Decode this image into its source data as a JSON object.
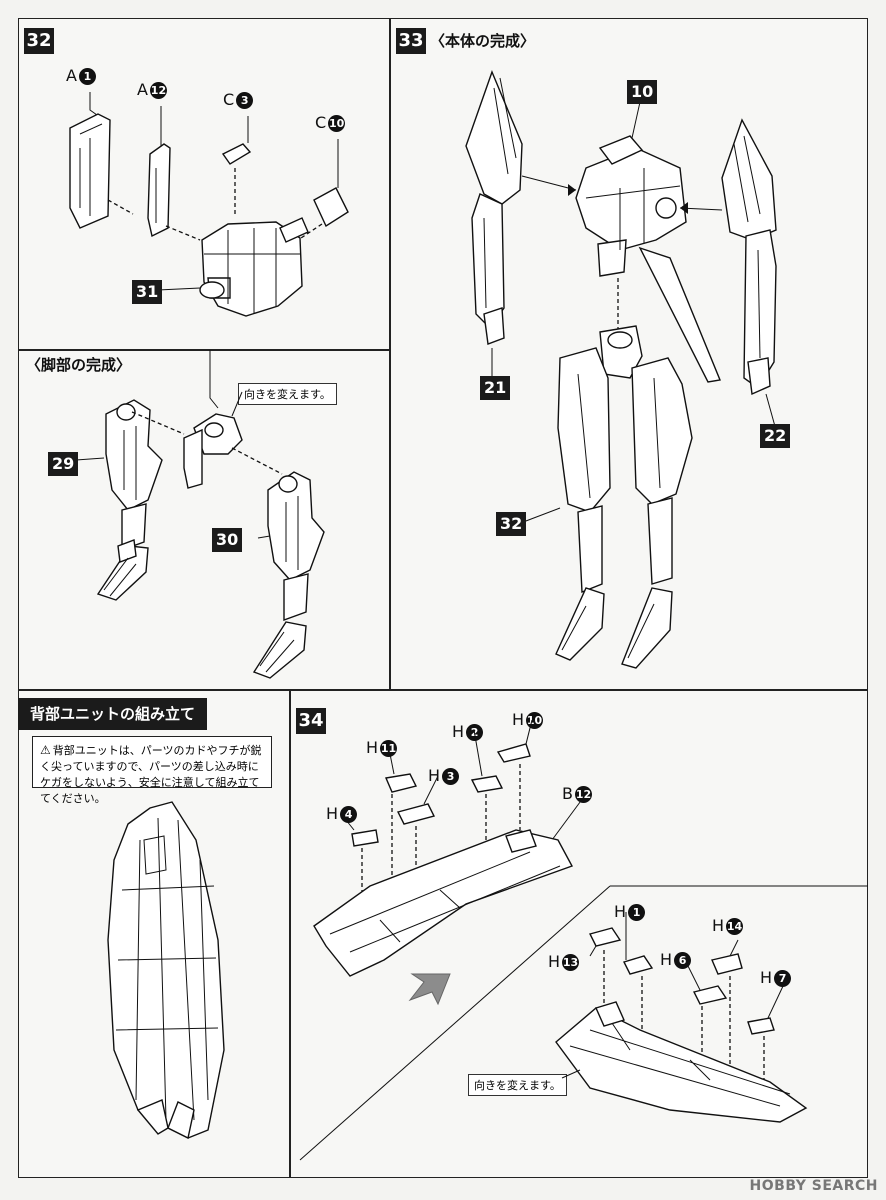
{
  "steps": {
    "s32": {
      "badge": "32",
      "parts": [
        {
          "letter": "A",
          "num": "1"
        },
        {
          "letter": "A",
          "num": "12"
        },
        {
          "letter": "C",
          "num": "3"
        },
        {
          "letter": "C",
          "num": "10"
        }
      ],
      "result": "31"
    },
    "legs": {
      "title": "〈脚部の完成〉",
      "callout": "向きを変えます。",
      "left": "29",
      "right": "30"
    },
    "s33": {
      "badge": "33",
      "title": "〈本体の完成〉",
      "labels": [
        "10",
        "21",
        "22",
        "32"
      ]
    },
    "backpack": {
      "banner": "背部ユニットの組み立て",
      "warning": "背部ユニットは、パーツのカドやフチが鋭く尖っていますので、パーツの差し込み時にケガをしないよう、安全に注意して組み立ててください。"
    },
    "s34": {
      "badge": "34",
      "upper_parts": [
        {
          "letter": "H",
          "num": "11"
        },
        {
          "letter": "H",
          "num": "2"
        },
        {
          "letter": "H",
          "num": "10"
        },
        {
          "letter": "H",
          "num": "3"
        },
        {
          "letter": "H",
          "num": "4"
        },
        {
          "letter": "B",
          "num": "12"
        }
      ],
      "lower_parts": [
        {
          "letter": "H",
          "num": "1"
        },
        {
          "letter": "H",
          "num": "14"
        },
        {
          "letter": "H",
          "num": "13"
        },
        {
          "letter": "H",
          "num": "6"
        },
        {
          "letter": "H",
          "num": "7"
        }
      ],
      "callout": "向きを変えます。"
    }
  },
  "watermark": "HOBBY SEARCH"
}
